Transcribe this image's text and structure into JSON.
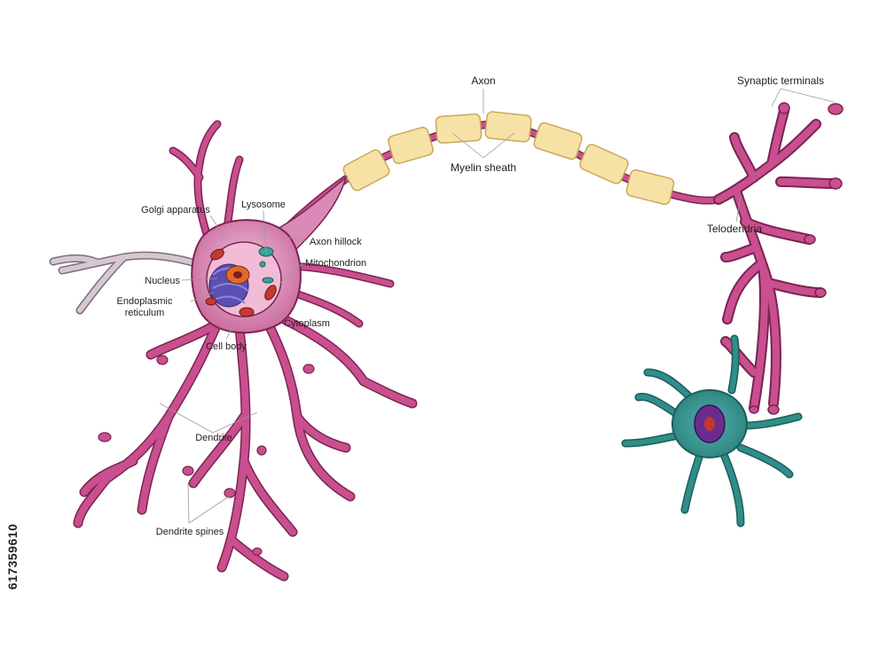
{
  "labels": {
    "axon": "Axon",
    "synaptic_terminals": "Synaptic terminals",
    "myelin_sheath": "Myelin sheath",
    "telodendria": "Telodendria",
    "golgi_apparatus": "Golgi apparatus",
    "lysosome": "Lysosome",
    "axon_hillock": "Axon hillock",
    "mitochondrion": "Mitochondrion",
    "nucleus": "Nucleus",
    "endoplasmic_reticulum_line1": "Endoplasmic",
    "endoplasmic_reticulum_line2": "reticulum",
    "cytoplasm": "Cytoplasm",
    "cell_body": "Cell body",
    "dendrite": "Dendrite",
    "dendrite_spines": "Dendrite spines"
  },
  "stock_id": "617359610",
  "colors": {
    "neuron_fill": "#c94f8e",
    "neuron_stroke": "#7a2452",
    "soma_fill": "#d98ab6",
    "myelin_fill": "#f7e2a6",
    "myelin_stroke": "#c9a95a",
    "nucleus_fill": "#5a4fb3",
    "mitochondria_fill": "#c43a34",
    "lysosome_fill": "#3aa39b",
    "target_cell_fill": "#2f8d8a",
    "target_nucleus_fill": "#6a2d8f"
  }
}
